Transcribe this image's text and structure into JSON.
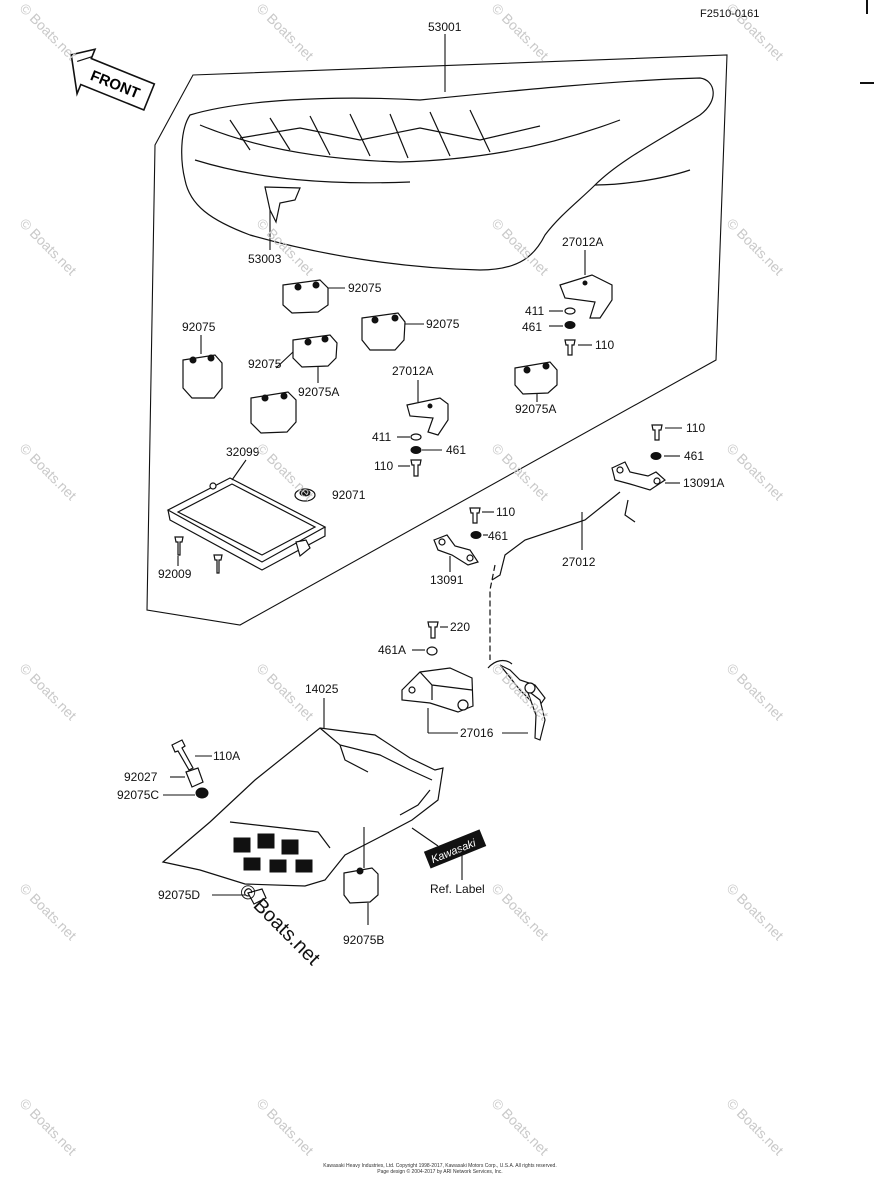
{
  "ref_code": "F2510-0161",
  "front_label": "FRONT",
  "watermark": "© Boats.net",
  "brand_text": "Kawasaki",
  "footer": {
    "line1": "Kawasaki Heavy Industries, Ltd. Copyright 1998-2017, Kawasaki Motors Corp., U.S.A. All rights reserved.",
    "line2": "Page design © 2004-2017 by ARI Network Services, Inc."
  },
  "parts": {
    "p53001": "53001",
    "p53003": "53003",
    "p92075_a": "92075",
    "p92075_b": "92075",
    "p92075_c": "92075",
    "p92075_d": "92075",
    "p92075A_a": "92075A",
    "p92075A_b": "92075A",
    "p27012A_a": "27012A",
    "p27012A_b": "27012A",
    "p411_a": "411",
    "p411_b": "411",
    "p461_a": "461",
    "p461_b": "461",
    "p461_c": "461",
    "p461_d": "461",
    "p110_a": "110",
    "p110_b": "110",
    "p110_c": "110",
    "p110_d": "110",
    "p32099": "32099",
    "p92071": "92071",
    "p92009": "92009",
    "p13091A": "13091A",
    "p13091": "13091",
    "p27012": "27012",
    "p220": "220",
    "p461A": "461A",
    "p27016": "27016",
    "p14025": "14025",
    "p110A": "110A",
    "p92027": "92027",
    "p92075C": "92075C",
    "p92075D": "92075D",
    "p92075B": "92075B",
    "ref_label": "Ref.  Label"
  }
}
